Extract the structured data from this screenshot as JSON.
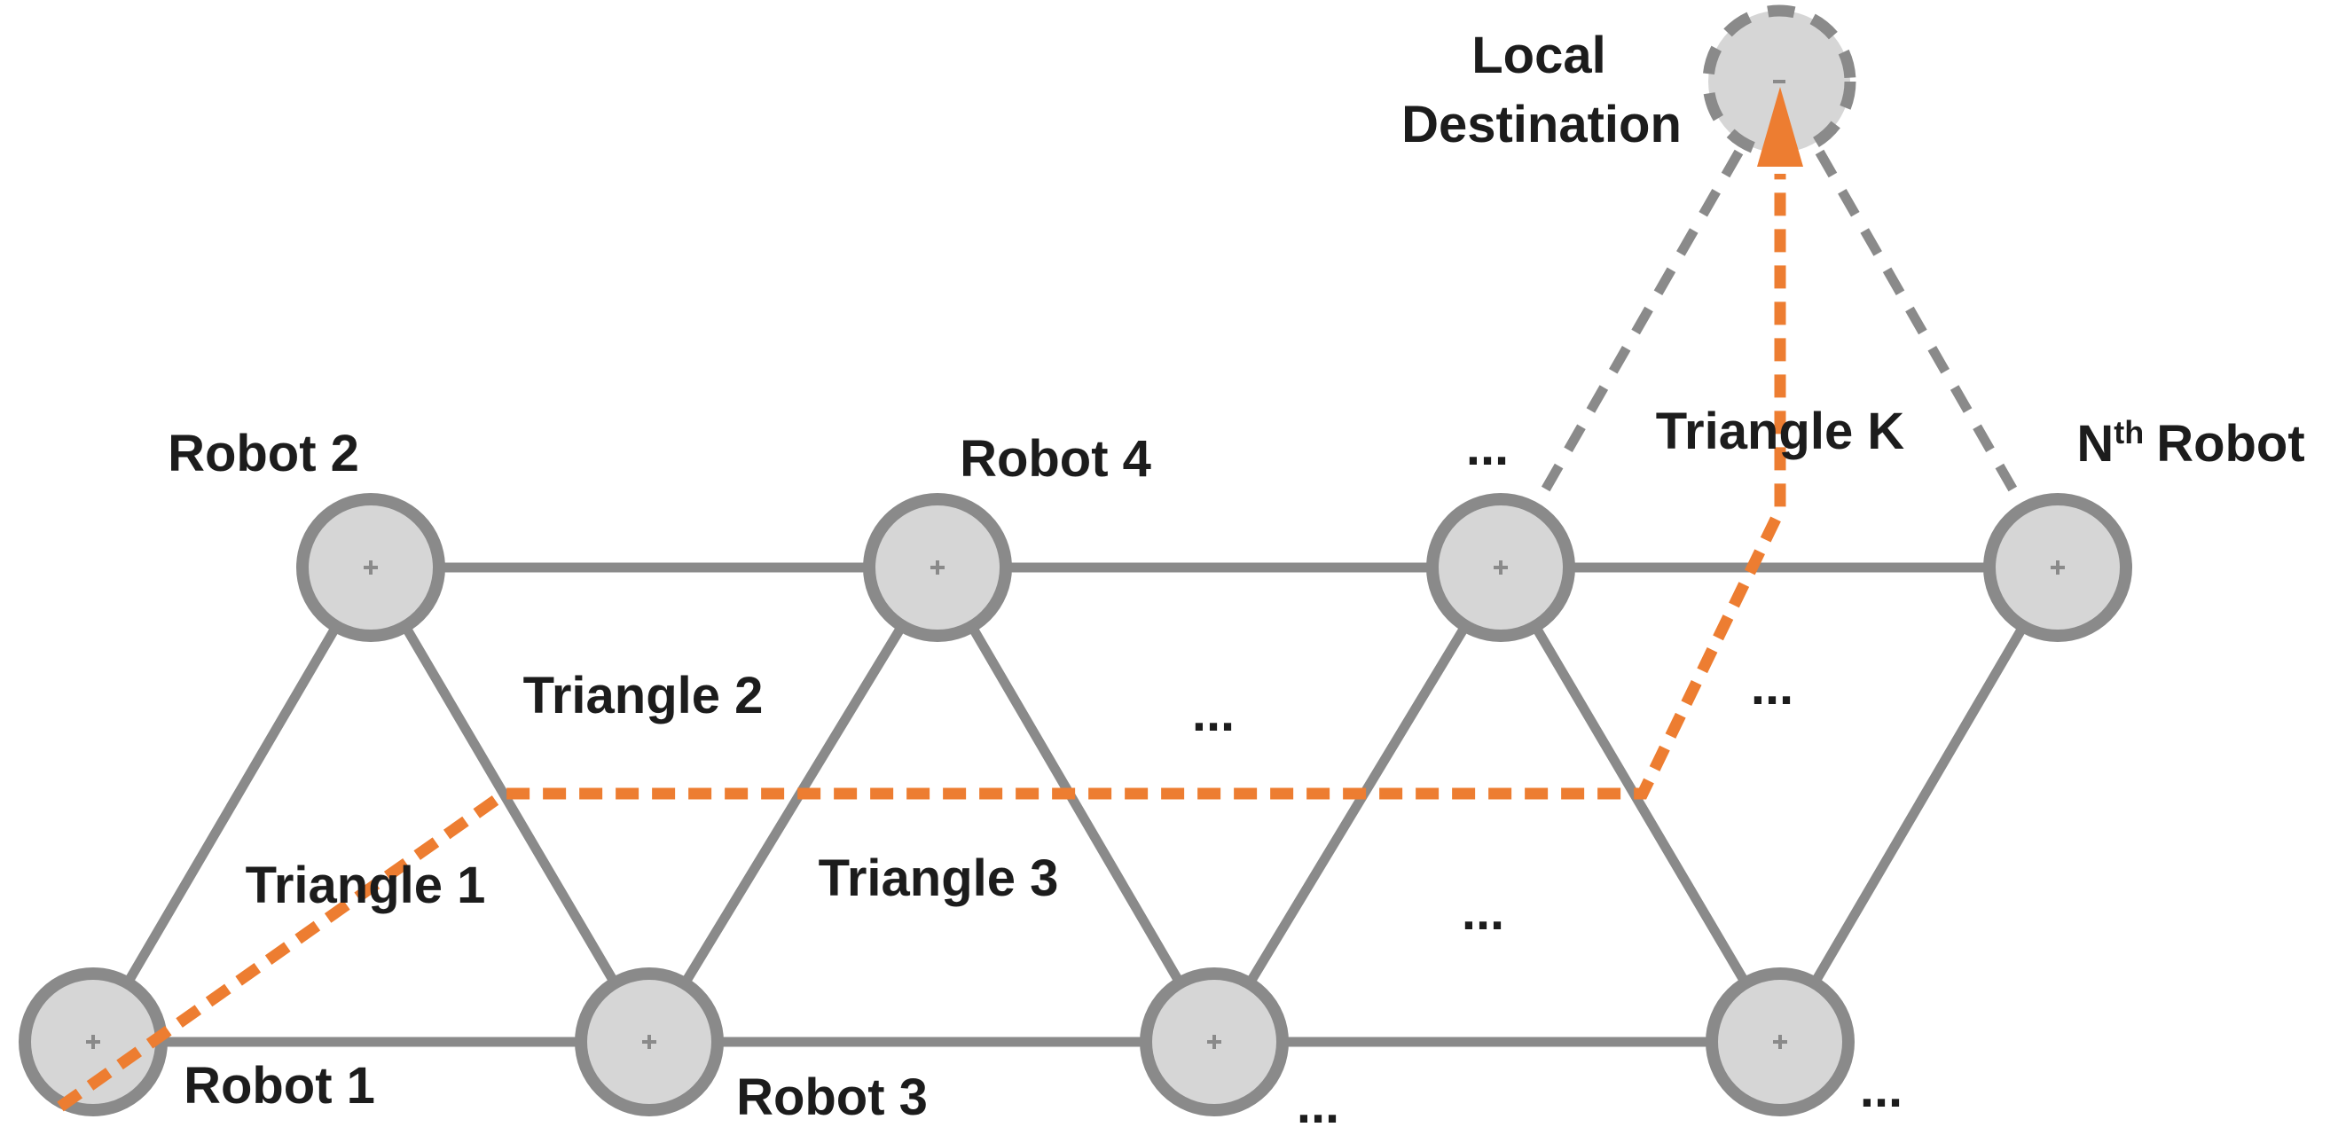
{
  "diagram": {
    "type": "robot-formation-triangle-mesh",
    "colors": {
      "background": "#ffffff",
      "node_fill": "#d6d6d6",
      "node_stroke": "#8a8a8a",
      "edge_gray": "#8a8a8a",
      "route_orange": "#ed7d31",
      "text": "#1c1c1c"
    },
    "node_labels": {
      "robot1": "Robot 1",
      "robot2": "Robot 2",
      "robot3": "Robot 3",
      "robot4": "Robot 4",
      "nth_base": "N",
      "nth_sup": "th",
      "nth_rest": "Robot",
      "dest_line1": "Local",
      "dest_line2": "Destination"
    },
    "region_labels": {
      "triangle1": "Triangle 1",
      "triangle2": "Triangle 2",
      "triangle3": "Triangle 3",
      "triangle_k": "Triangle K"
    },
    "ellipsis": "..."
  }
}
